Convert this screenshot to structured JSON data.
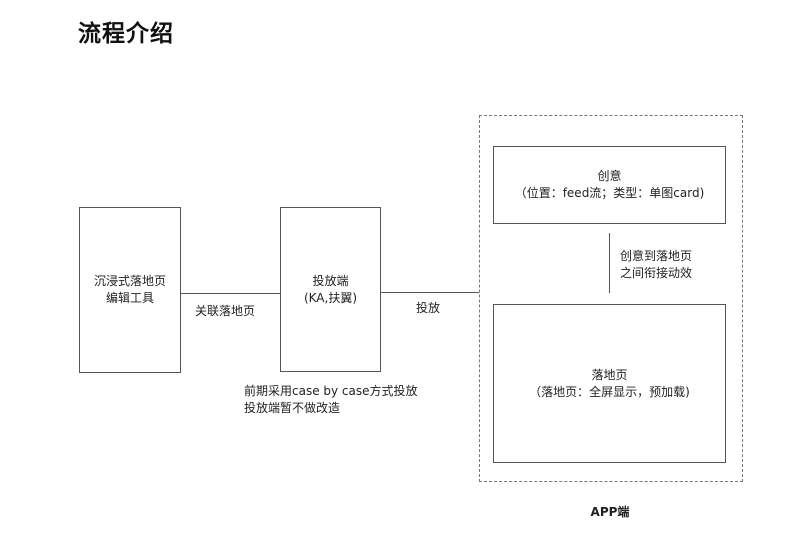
{
  "title": "流程介绍",
  "nodes": {
    "editor": {
      "line1": "沉浸式落地页",
      "line2": "编辑工具"
    },
    "delivery": {
      "line1": "投放端",
      "line2": "(KA,扶翼)"
    },
    "creative": {
      "line1": "创意",
      "line2": "（位置：feed流；类型：单图card)"
    },
    "landing": {
      "line1": "落地页",
      "line2": "（落地页：全屏显示，预加载)"
    }
  },
  "edges": {
    "editor_to_delivery": "关联落地页",
    "delivery_to_app": "投放",
    "creative_to_landing": {
      "line1": "创意到落地页",
      "line2": "之间衔接动效"
    }
  },
  "notes": {
    "delivery_note": {
      "line1": "前期采用case by case方式投放",
      "line2": "投放端暂不做改造"
    }
  },
  "group": {
    "label": "APP端"
  }
}
